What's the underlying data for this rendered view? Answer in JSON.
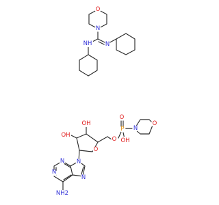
{
  "colors": {
    "bond": "#2b2b2b",
    "nitrogen": "#2f2fd8",
    "oxygen": "#e01b1b",
    "phosphorus": "#e08a00"
  },
  "labels": {
    "top_morpholine_o": "O",
    "top_morpholine_n": "N",
    "amidine_n": "N",
    "amine_nh": "NH",
    "oh_3": "OH",
    "oh_2": "OH",
    "phosphate_o_double": "O",
    "phosphorus": "P",
    "phosphate_morpholine_n": "N",
    "phosphate_morpholine_o": "O",
    "phosphate_oh": "OH",
    "ester_o": "O",
    "ring_o": "O",
    "adenine_n9": "N",
    "adenine_n3": "N",
    "adenine_n1": "N",
    "adenine_n7": "N",
    "amino_nh2": "NH2"
  }
}
